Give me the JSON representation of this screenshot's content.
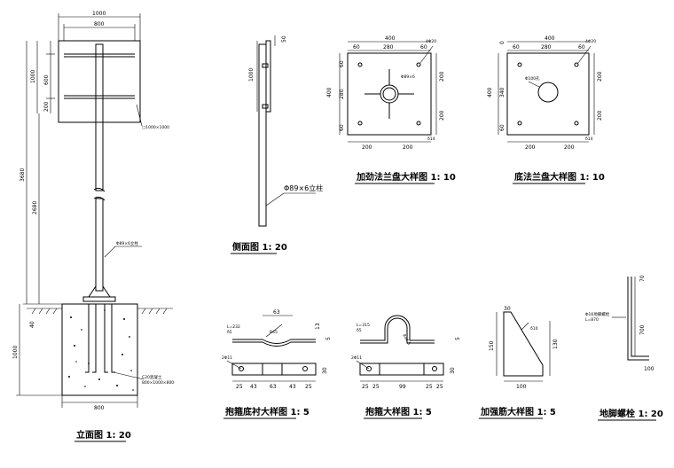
{
  "elevation": {
    "caption": "立面图 1: 20",
    "dims": {
      "top_1000": "1000",
      "top_800": "800",
      "d1000": "1000",
      "d600": "600",
      "d200": "200",
      "total_3680": "3680",
      "d2680": "2680",
      "found_1000": "1000",
      "d40": "40",
      "bottom_800": "800"
    },
    "notes": {
      "panel": "□1000×1000",
      "column": "Φ89×6立柱",
      "concrete": "C20混凝土",
      "concrete_size": "800×1000×800"
    }
  },
  "side": {
    "caption": "侧面图 1: 20",
    "dims": {
      "d50": "50",
      "d1000": "1000"
    },
    "column_label": "Φ89×6立柱"
  },
  "flange_stiff": {
    "caption": "加劲法兰盘大样图 1: 10",
    "dims": {
      "w400": "400",
      "w60a": "60",
      "w280": "280",
      "w60b": "60",
      "h60": "60",
      "h280": "280",
      "h60b": "60",
      "h400": "400",
      "r200a": "200",
      "r200b": "200",
      "b200a": "200",
      "b200b": "200"
    },
    "notes": {
      "hole": "4Φ20",
      "center": "Φ89×6",
      "plate": "δ14"
    }
  },
  "flange_base": {
    "caption": "底法兰盘大样图 1: 10",
    "dims": {
      "w400": "400",
      "w60a": "60",
      "w280": "280",
      "w60b": "60",
      "h0": "0",
      "h340": "340",
      "h400": "400",
      "h60": "60",
      "r200a": "200",
      "r200b": "200",
      "b200a": "200",
      "b200b": "200"
    },
    "notes": {
      "hole": "4Φ20",
      "center": "Φ100孔",
      "plate": "δ14"
    }
  },
  "hoop_liner": {
    "caption": "抱箍底衬大样图 1: 5",
    "dims": {
      "d63": "63",
      "d13": "13",
      "d5": "5",
      "d30": "30",
      "b25a": "25",
      "b43a": "43",
      "b63": "63",
      "b43b": "43",
      "b25b": "25"
    },
    "notes": {
      "L": "L=232",
      "s": "δ5",
      "hole": "2Φ11",
      "r": "R45"
    }
  },
  "hoop": {
    "caption": "抱箍大样图 1: 5",
    "dims": {
      "d5": "5",
      "d30": "30",
      "b25a": "25",
      "b25b": "25",
      "b99": "99",
      "b25c": "25",
      "b25d": "25"
    },
    "notes": {
      "L": "L=315",
      "s": "δ5",
      "hole": "2Φ11",
      "r": "R44.5"
    }
  },
  "rib": {
    "caption": "加强筋大样图 1: 5",
    "dims": {
      "d30": "30",
      "d150": "150",
      "d130": "130",
      "d100": "100"
    },
    "notes": {
      "s": "δ10"
    }
  },
  "anchor": {
    "caption": "地脚螺栓 1: 20",
    "dims": {
      "d70": "70",
      "d700": "700",
      "d100": "100"
    },
    "notes": {
      "spec": "Φ16地脚螺栓",
      "L": "L=870"
    }
  }
}
